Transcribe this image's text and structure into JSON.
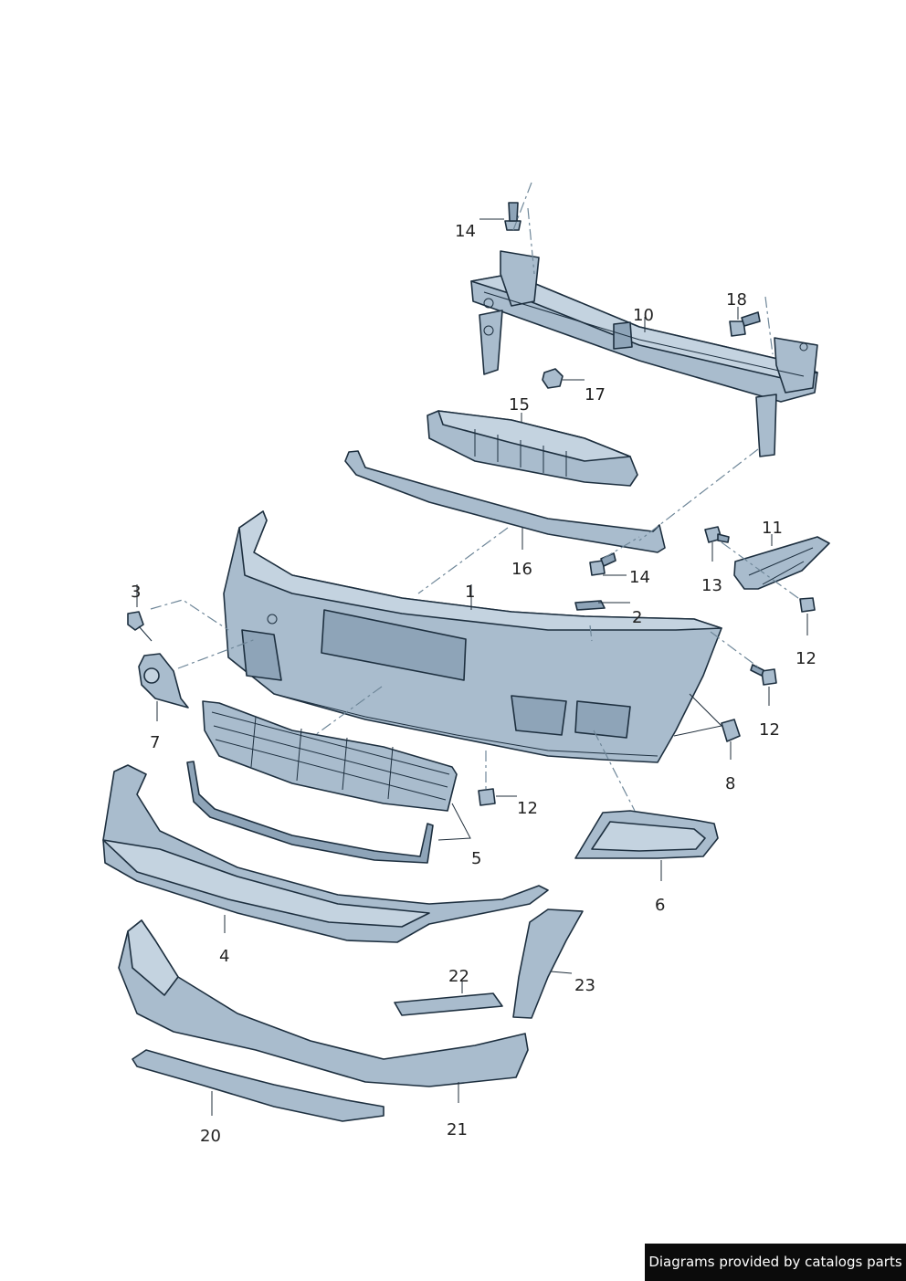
{
  "diagram": {
    "callouts": [
      {
        "id": "c1",
        "label": "1"
      },
      {
        "id": "c2",
        "label": "2"
      },
      {
        "id": "c3",
        "label": "3"
      },
      {
        "id": "c4",
        "label": "4"
      },
      {
        "id": "c5",
        "label": "5"
      },
      {
        "id": "c6",
        "label": "6"
      },
      {
        "id": "c7",
        "label": "7"
      },
      {
        "id": "c8",
        "label": "8"
      },
      {
        "id": "c10",
        "label": "10"
      },
      {
        "id": "c11",
        "label": "11"
      },
      {
        "id": "c12a",
        "label": "12"
      },
      {
        "id": "c12b",
        "label": "12"
      },
      {
        "id": "c12c",
        "label": "12"
      },
      {
        "id": "c13",
        "label": "13"
      },
      {
        "id": "c14a",
        "label": "14"
      },
      {
        "id": "c14b",
        "label": "14"
      },
      {
        "id": "c15",
        "label": "15"
      },
      {
        "id": "c16",
        "label": "16"
      },
      {
        "id": "c17",
        "label": "17"
      },
      {
        "id": "c18",
        "label": "18"
      },
      {
        "id": "c20",
        "label": "20"
      },
      {
        "id": "c21",
        "label": "21"
      },
      {
        "id": "c22",
        "label": "22"
      },
      {
        "id": "c23",
        "label": "23"
      }
    ]
  },
  "footer": {
    "credit": "Diagrams provided by catalogs parts"
  }
}
